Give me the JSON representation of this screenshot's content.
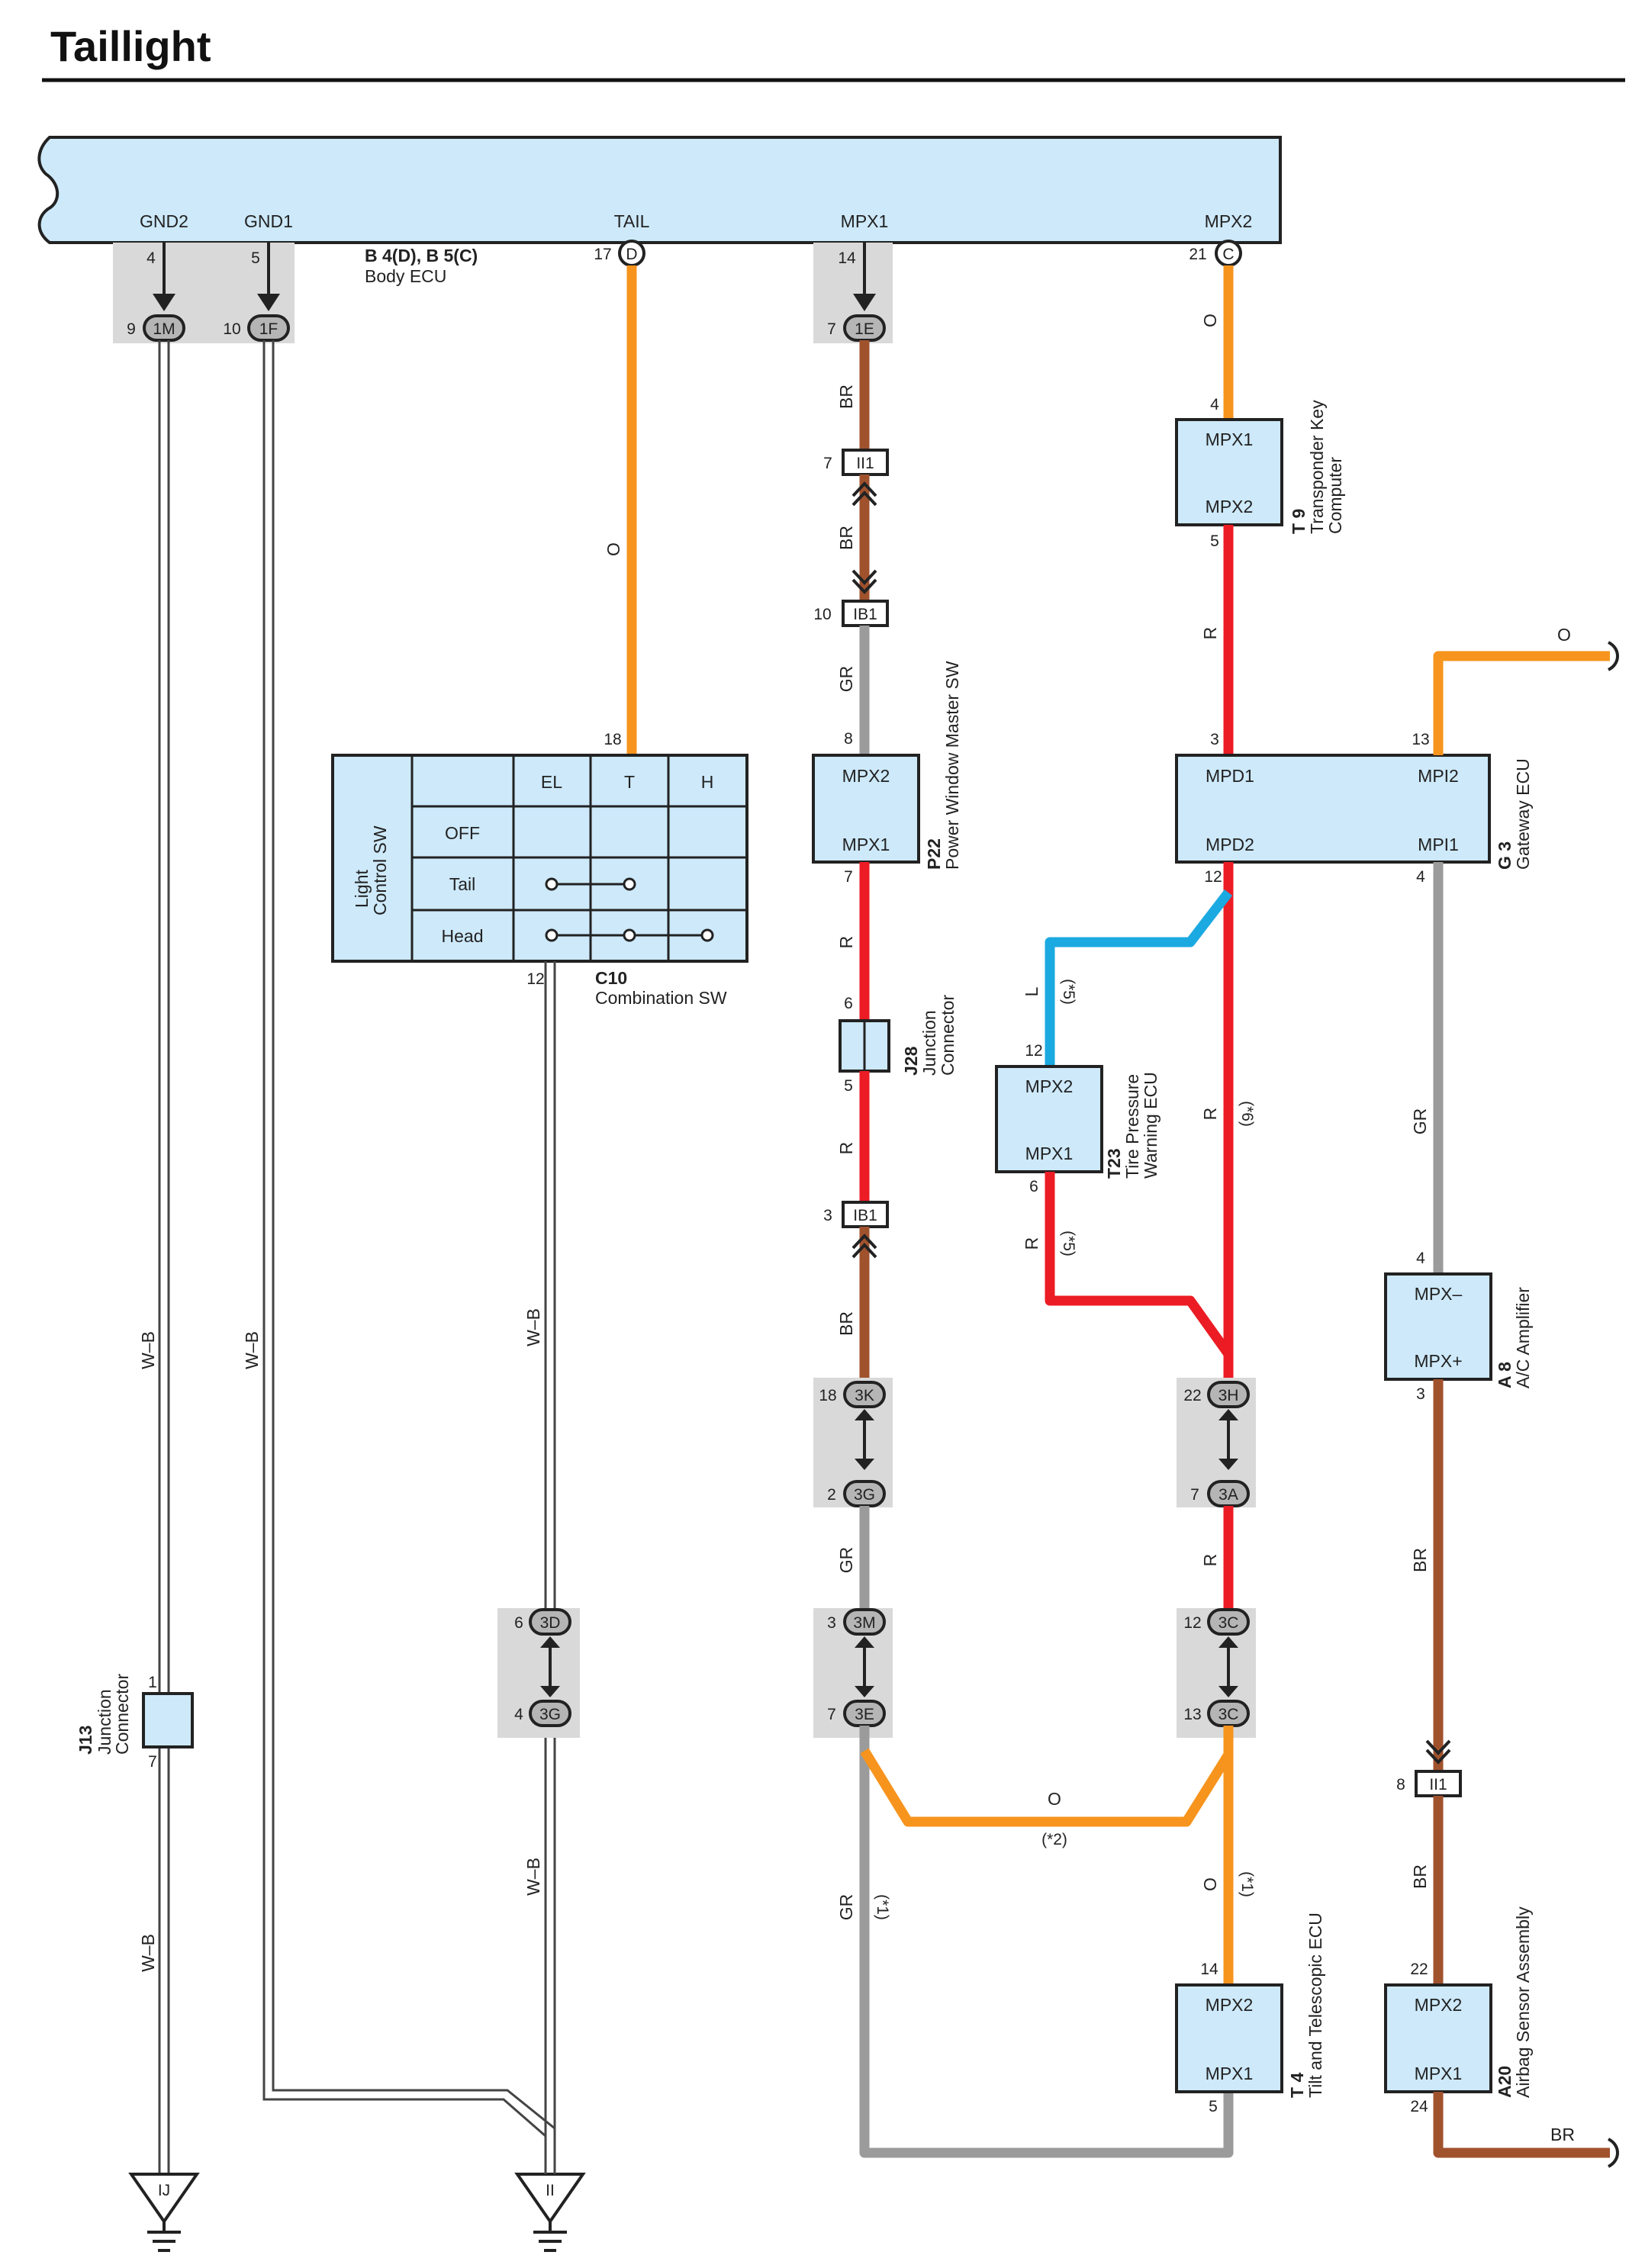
{
  "title": "Taillight",
  "colors": {
    "orange": "#f7941d",
    "red": "#ec1c24",
    "brown": "#a0522d",
    "gray": "#9b9b9b",
    "blue": "#1ba9e1",
    "block_fill": "#cde9fa"
  },
  "body_ecu": {
    "connectors": "B 4(D), B 5(C)",
    "name": "Body ECU",
    "terminals": [
      "GND2",
      "GND1",
      "TAIL",
      "MPX1",
      "MPX2"
    ],
    "pins": {
      "gnd2": "4",
      "gnd1": "5",
      "tail": "17",
      "tail_conn": "D",
      "mpx1": "14",
      "mpx2": "21",
      "mpx2_conn": "C"
    }
  },
  "junctions": {
    "j1M": {
      "pin": "9",
      "id": "1M"
    },
    "j1F": {
      "pin": "10",
      "id": "1F"
    },
    "j1E": {
      "pin": "7",
      "id": "1E"
    },
    "j3K": {
      "pin": "18",
      "id": "3K"
    },
    "j3G": {
      "pin": "2",
      "id": "3G"
    },
    "j3M": {
      "pin": "3",
      "id": "3M"
    },
    "j3E": {
      "pin": "7",
      "id": "3E"
    },
    "j3H": {
      "pin": "22",
      "id": "3H"
    },
    "j3A": {
      "pin": "7",
      "id": "3A"
    },
    "j3C1": {
      "pin": "12",
      "id": "3C"
    },
    "j3C2": {
      "pin": "13",
      "id": "3C"
    },
    "j3D": {
      "pin": "6",
      "id": "3D"
    },
    "j3G2": {
      "pin": "4",
      "id": "3G"
    }
  },
  "inline_connectors": {
    "ii1_top": {
      "pin": "7",
      "id": "II1"
    },
    "ib1_top": {
      "pin": "10",
      "id": "IB1"
    },
    "ib1_mid": {
      "pin": "3",
      "id": "IB1"
    },
    "ii1_right": {
      "pin": "8",
      "id": "II1"
    }
  },
  "wire_labels": {
    "o": "O",
    "br": "BR",
    "gr": "GR",
    "r": "R",
    "l": "L",
    "wb": "W–B",
    "note1": "(*1)",
    "note2": "(*2)",
    "note5": "(*5)",
    "note6": "(*6)"
  },
  "combination_sw": {
    "code": "C10",
    "name": "Combination SW",
    "side_label_1": "Light",
    "side_label_2": "Control SW",
    "columns": [
      "EL",
      "T",
      "H"
    ],
    "rows": [
      "OFF",
      "Tail",
      "Head"
    ],
    "pin_top": "18",
    "pin_bottom": "12"
  },
  "transponder": {
    "code": "T 9",
    "name_1": "Transponder Key",
    "name_2": "Computer",
    "term_top": "MPX1",
    "term_bottom": "MPX2",
    "pin_top": "4",
    "pin_bottom": "5"
  },
  "power_window": {
    "code": "P22",
    "name": "Power Window Master SW",
    "term_top": "MPX2",
    "term_bottom": "MPX1",
    "pin_top": "8",
    "pin_bottom": "7"
  },
  "junction_j28": {
    "code": "J28",
    "name_1": "Junction",
    "name_2": "Connector",
    "pin_top": "6",
    "pin_bottom": "5"
  },
  "gateway": {
    "code": "G 3",
    "name": "Gateway ECU",
    "terms": [
      "MPD1",
      "MPI2",
      "MPD2",
      "MPI1"
    ],
    "pin_mpd1": "3",
    "pin_mpi2": "13",
    "pin_mpd2": "12",
    "pin_mpi1": "4"
  },
  "tire_pressure": {
    "code": "T23",
    "name_1": "Tire Pressure",
    "name_2": "Warning ECU",
    "term_top": "MPX2",
    "term_bottom": "MPX1",
    "pin_top": "12",
    "pin_bottom": "6"
  },
  "ac_amplifier": {
    "code": "A 8",
    "name": "A/C Amplifier",
    "term_top": "MPX–",
    "term_bottom": "MPX+",
    "pin_top": "4",
    "pin_bottom": "3"
  },
  "tilt_ecu": {
    "code": "T 4",
    "name": "Tilt and Telescopic ECU",
    "term_top": "MPX2",
    "term_bottom": "MPX1",
    "pin_top": "14",
    "pin_bottom": "5"
  },
  "airbag": {
    "code": "A20",
    "name": "Airbag Sensor Assembly",
    "term_top": "MPX2",
    "term_bottom": "MPX1",
    "pin_top": "22",
    "pin_bottom": "24"
  },
  "junction_j13": {
    "code": "J13",
    "name_1": "Junction",
    "name_2": "Connector",
    "pin_top": "1",
    "pin_bottom": "7"
  },
  "grounds": [
    "IJ",
    "II"
  ]
}
